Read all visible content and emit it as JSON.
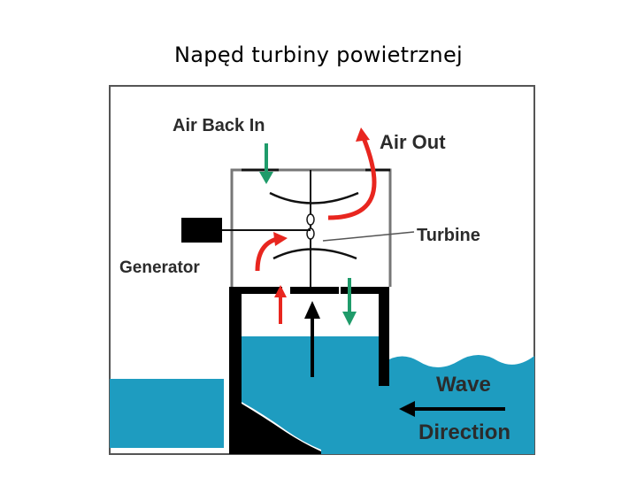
{
  "title": "Napęd turbiny powietrznej",
  "labels": {
    "air_back_in": "Air Back In",
    "air_out": "Air Out",
    "turbine": "Turbine",
    "generator": "Generator",
    "wave": "Wave",
    "direction": "Direction"
  },
  "colors": {
    "water": "#1e9cc0",
    "air_out_arrow": "#e8261f",
    "air_in_arrow": "#1f9b6a",
    "structure": "#000000",
    "label_text": "#2b2b2b"
  }
}
